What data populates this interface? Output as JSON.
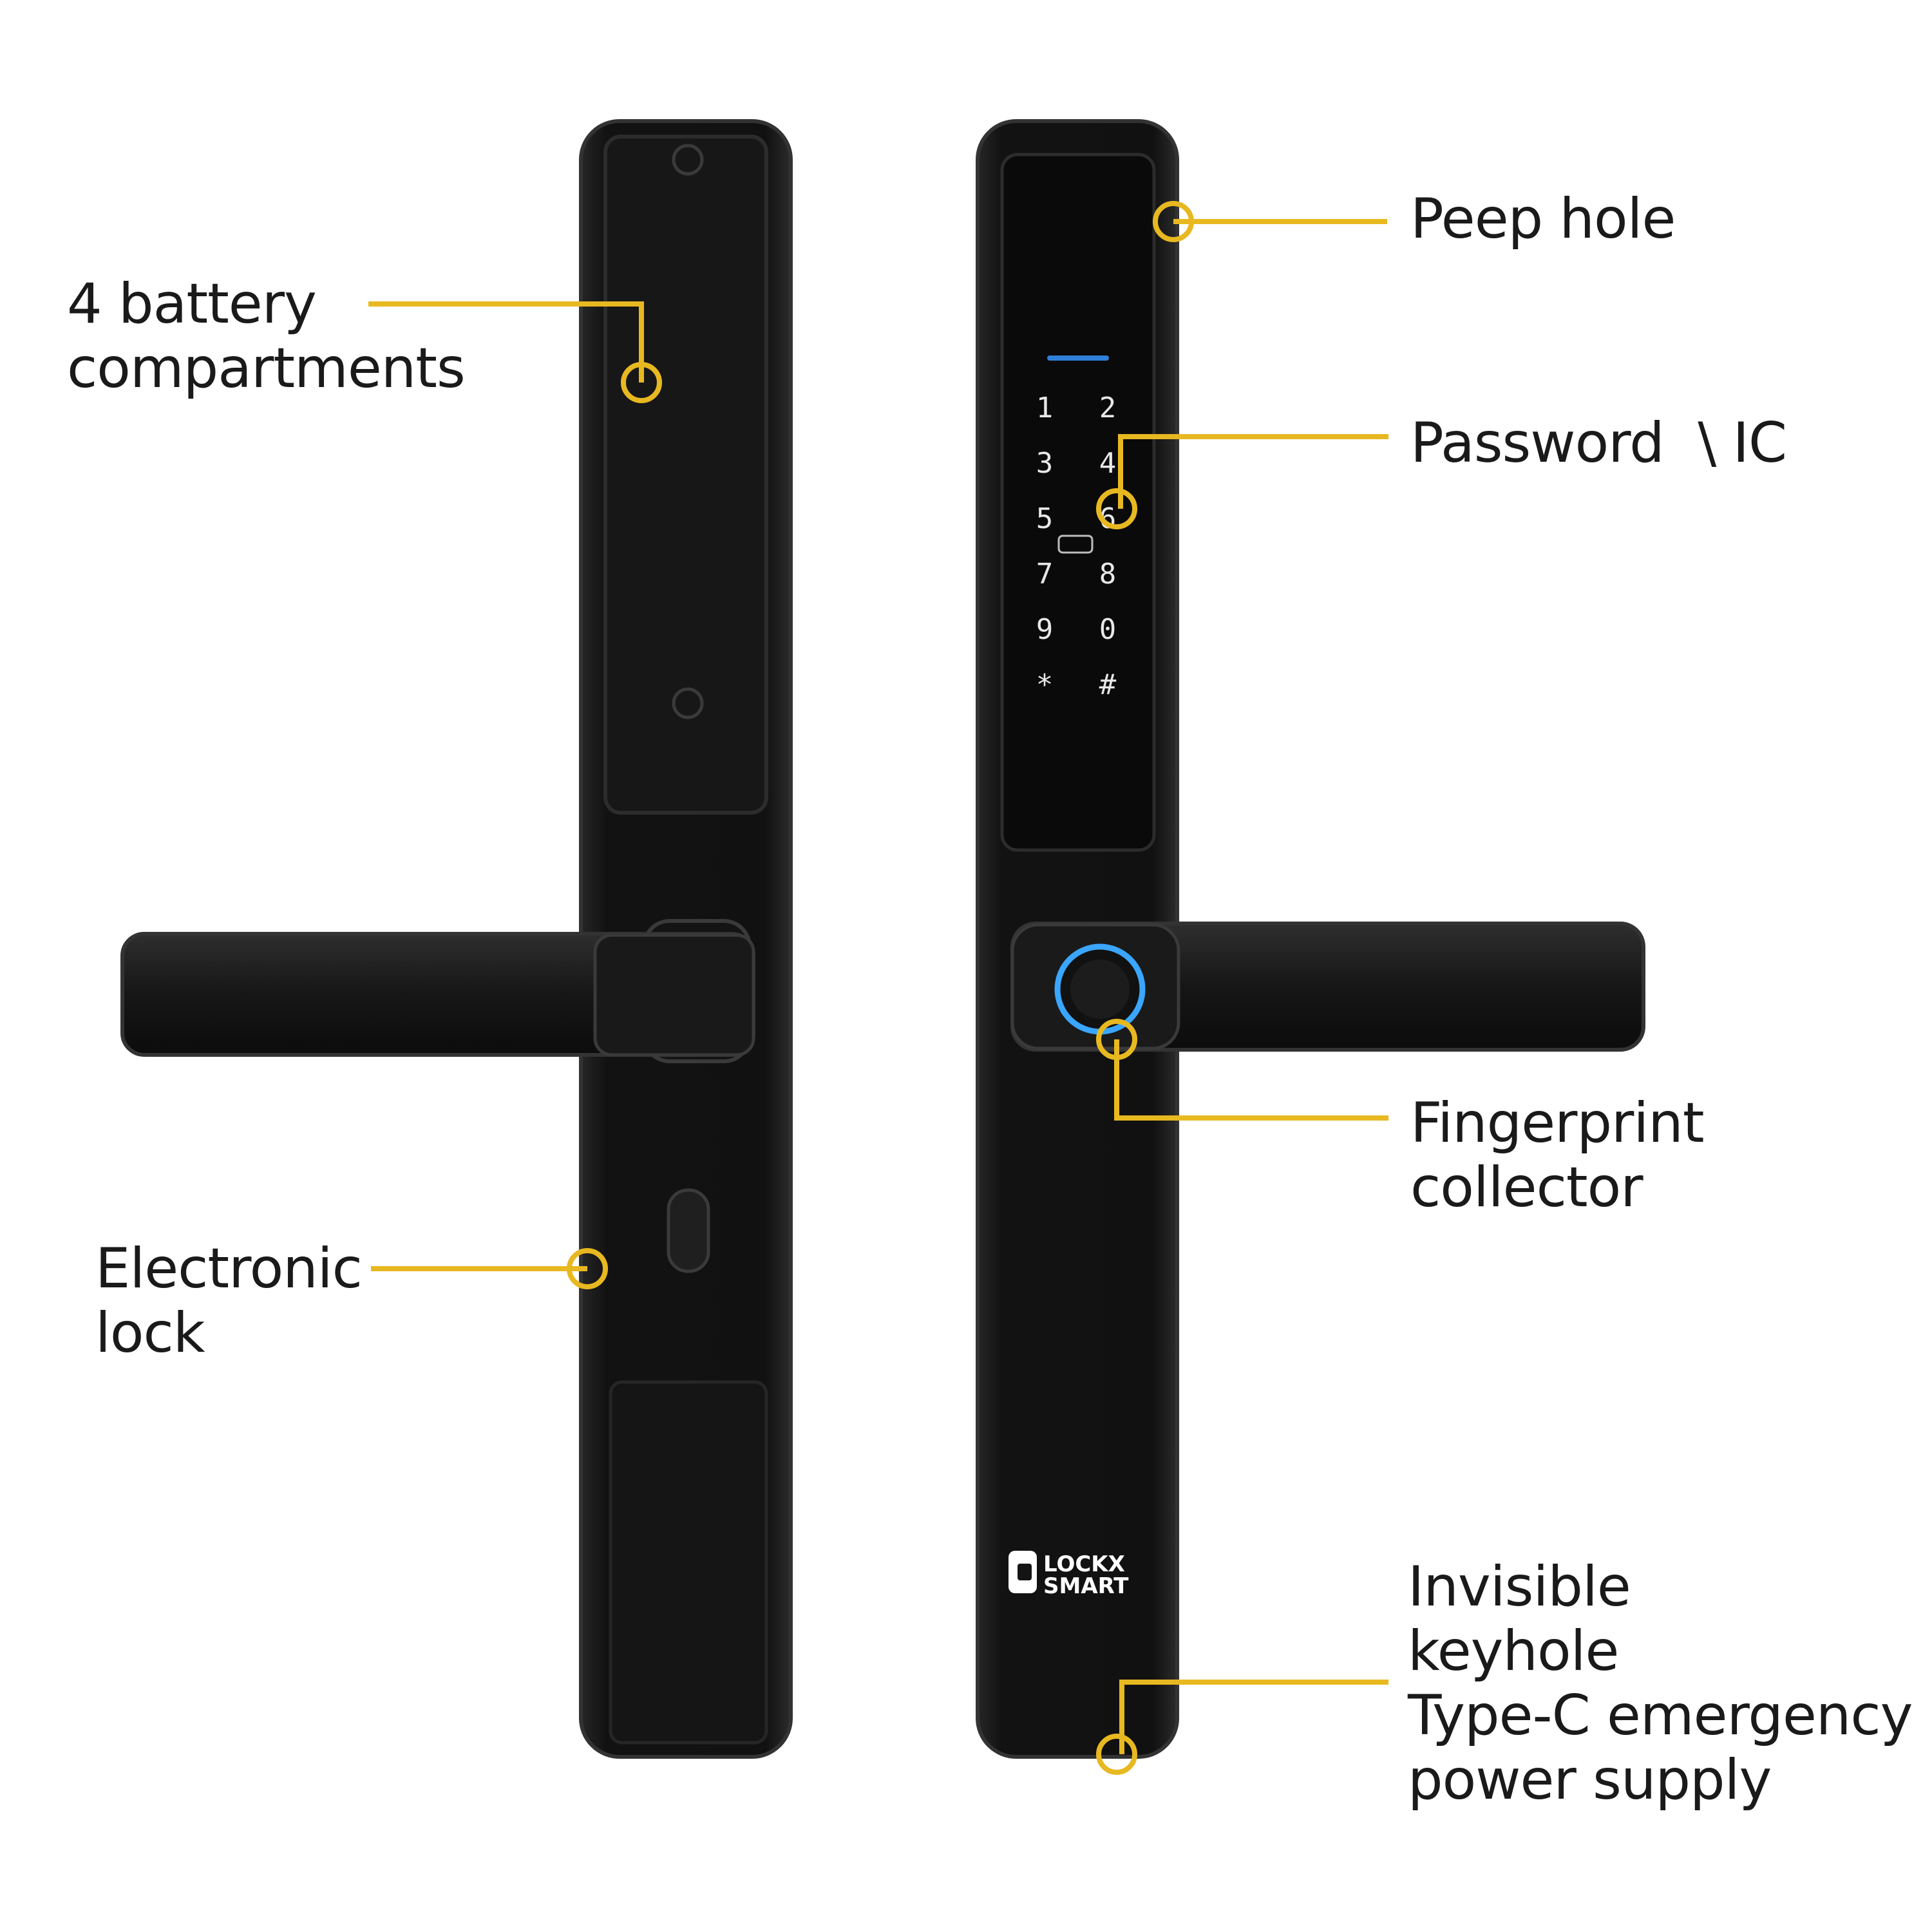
{
  "labels": {
    "battery": [
      "4 battery",
      "compartments"
    ],
    "electronic_lock": [
      "Electronic",
      "lock"
    ],
    "peep_hole": [
      "Peep hole"
    ],
    "password_ic": [
      "Password  \\ IC"
    ],
    "fingerprint": [
      "Fingerprint",
      "collector"
    ],
    "keyhole": [
      "Invisible",
      "keyhole",
      "Type-C emergency",
      "power supply"
    ]
  },
  "keypad": {
    "keys": [
      "1",
      "2",
      "3",
      "4",
      "5",
      "6",
      "7",
      "8",
      "9",
      "0",
      "*",
      "#"
    ]
  },
  "brand": {
    "line1": "LOCKX",
    "line2": "SMART"
  },
  "colors": {
    "callout": "#e8b820",
    "body": "#141414",
    "body_edge": "#2a2a2a",
    "panel": "#0c0c0c",
    "fingerprint_ring": "#3aa6ff",
    "indicator": "#2f7fd8"
  }
}
